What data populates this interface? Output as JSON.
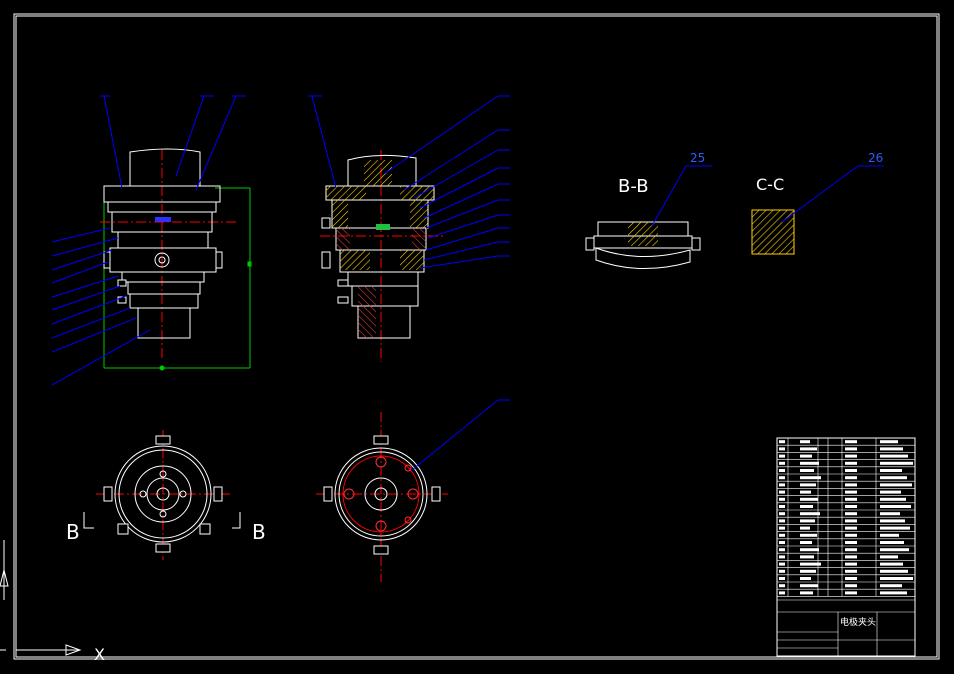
{
  "drawing": {
    "title_text": "电极夹头",
    "section_views": {
      "bb_label": "B-B",
      "cc_label": "C-C",
      "bb_balloon": "25",
      "cc_balloon": "26"
    },
    "plan_view_markers": {
      "left": "B",
      "right": "B"
    },
    "ucs_axis_label": "X",
    "colors": {
      "background": "#000000",
      "frame": "#ffffff",
      "leader": "#0000ff",
      "centerline": "#ff0000",
      "hatch": "#ffd400",
      "dimension": "#00c800"
    }
  }
}
